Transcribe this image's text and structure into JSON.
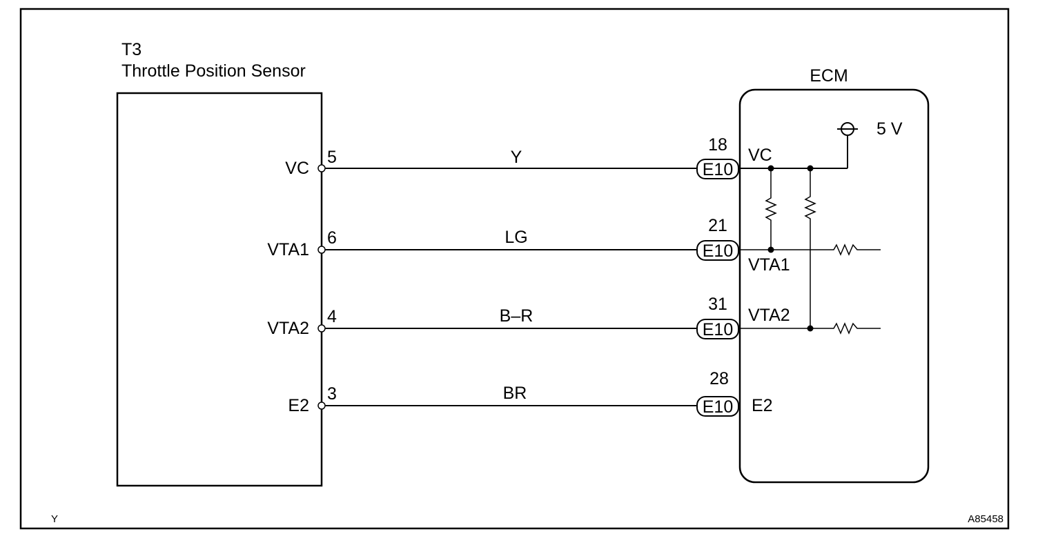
{
  "sensor": {
    "code": "T3",
    "name": "Throttle Position Sensor"
  },
  "ecm": {
    "name": "ECM",
    "voltage": "5 V"
  },
  "connector_label": "E10",
  "circuits": [
    {
      "sensor_terminal": "VC",
      "sensor_pin": "5",
      "wire_color": "Y",
      "ecm_pin": "18",
      "ecm_terminal": "VC"
    },
    {
      "sensor_terminal": "VTA1",
      "sensor_pin": "6",
      "wire_color": "LG",
      "ecm_pin": "21",
      "ecm_terminal": "VTA1"
    },
    {
      "sensor_terminal": "VTA2",
      "sensor_pin": "4",
      "wire_color": "B–R",
      "ecm_pin": "31",
      "ecm_terminal": "VTA2"
    },
    {
      "sensor_terminal": "E2",
      "sensor_pin": "3",
      "wire_color": "BR",
      "ecm_pin": "28",
      "ecm_terminal": "E2"
    }
  ],
  "footer": {
    "left_code": "Y",
    "figure_id": "A85458"
  }
}
